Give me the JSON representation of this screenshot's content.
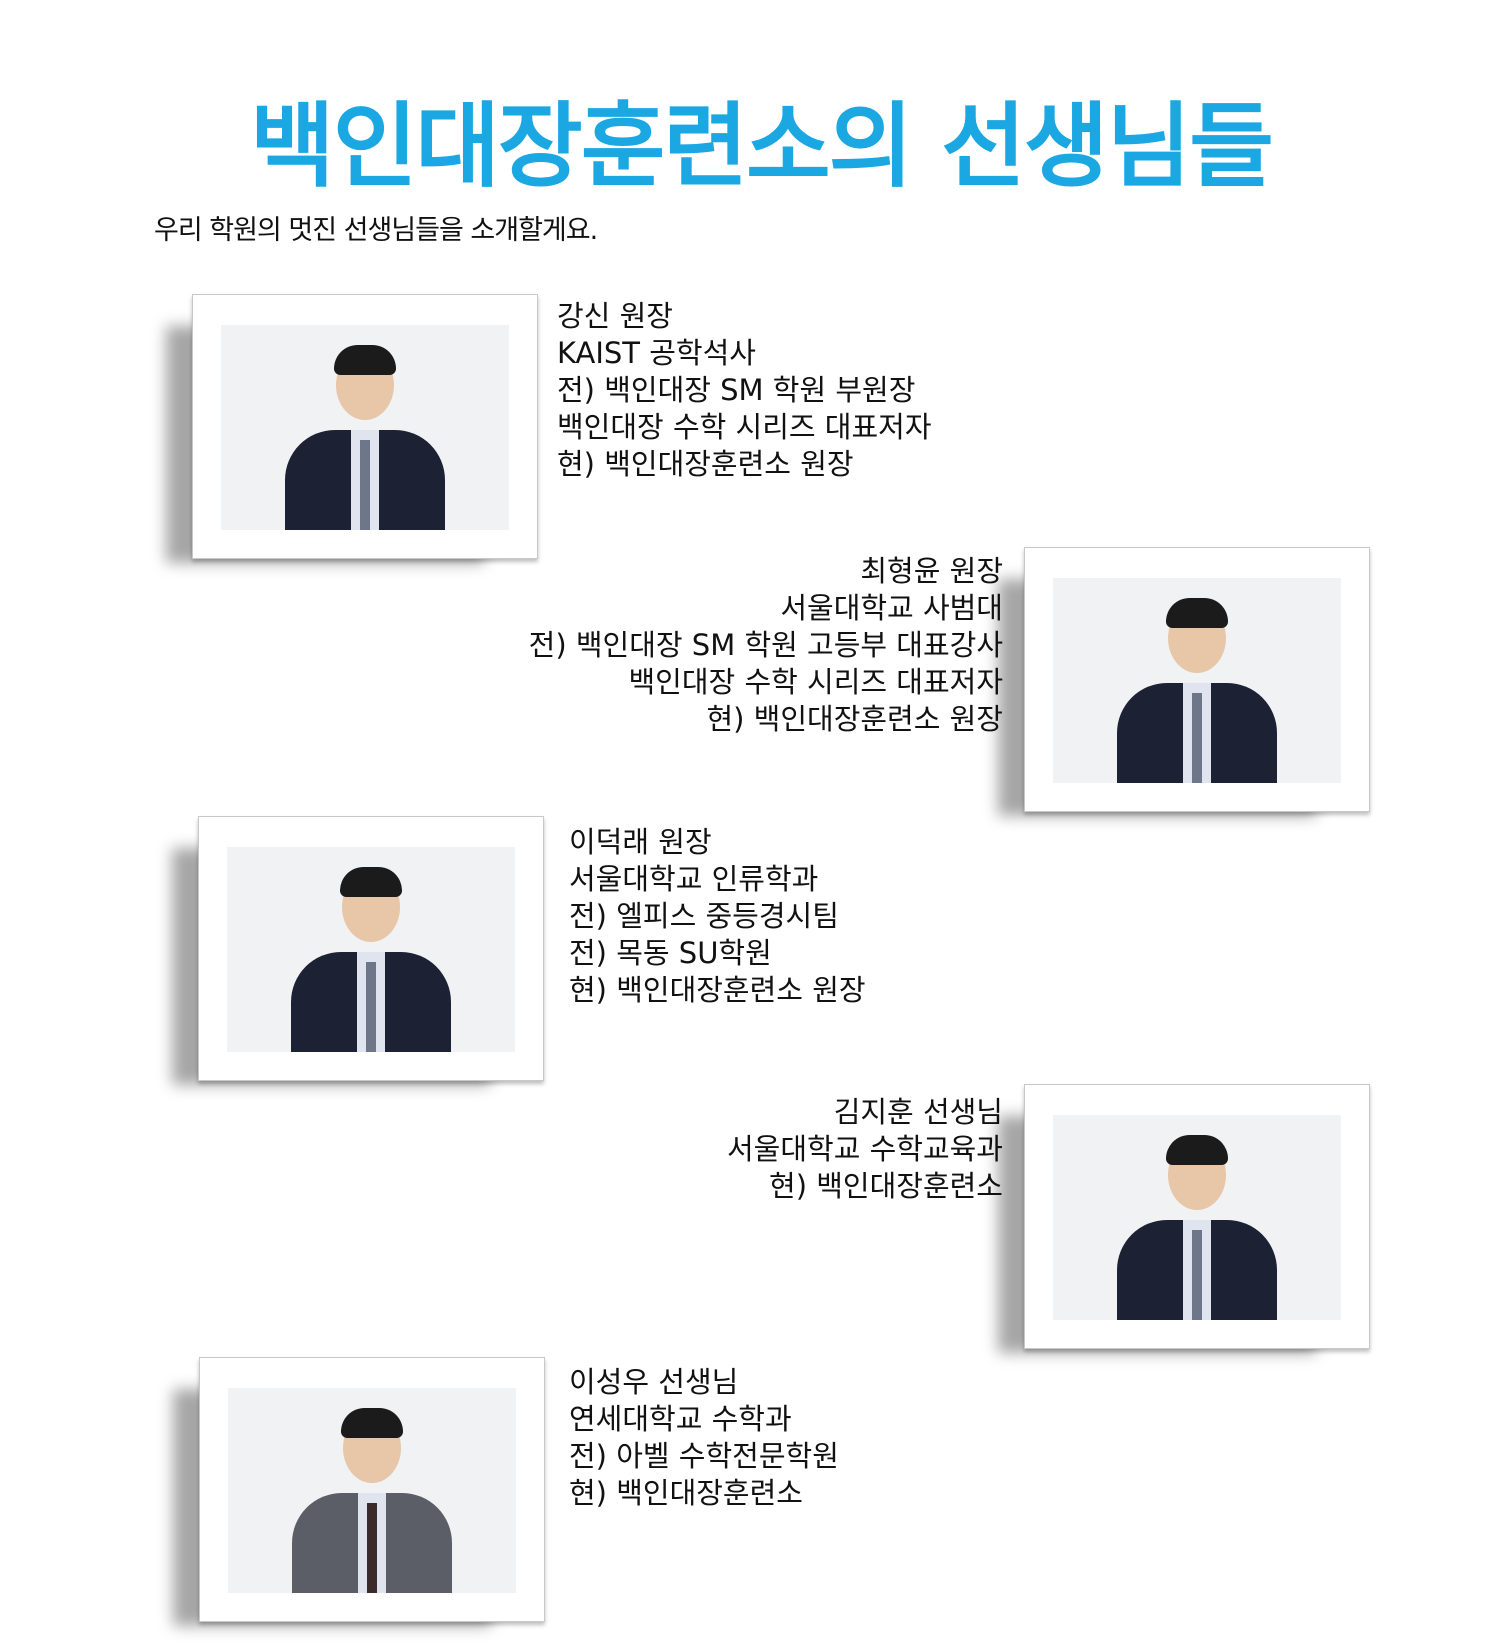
{
  "title": "백인대장훈련소의 선생님들",
  "subtitle": "우리 학원의 멋진 선생님들을 소개할게요.",
  "teachers": [
    {
      "lines": [
        "강신 원장",
        "KAIST 공학석사",
        "전) 백인대장 SM 학원 부원장",
        "백인대장 수학 시리즈 대표저자",
        "현) 백인대장훈련소 원장"
      ]
    },
    {
      "lines": [
        "최형윤 원장",
        "서울대학교 사범대",
        "전) 백인대장 SM 학원 고등부 대표강사",
        "백인대장 수학 시리즈 대표저자",
        "현) 백인대장훈련소 원장"
      ]
    },
    {
      "lines": [
        "이덕래 원장",
        "서울대학교 인류학과",
        "전) 엘피스 중등경시팀",
        "전) 목동 SU학원",
        "현) 백인대장훈련소 원장"
      ]
    },
    {
      "lines": [
        "김지훈 선생님",
        "서울대학교 수학교육과",
        "현) 백인대장훈련소"
      ]
    },
    {
      "lines": [
        "이성우 선생님",
        "연세대학교 수학과",
        "전) 아벨 수학전문학원",
        "현) 백인대장훈련소"
      ]
    }
  ],
  "colors": {
    "title": "#1ba8e2"
  }
}
